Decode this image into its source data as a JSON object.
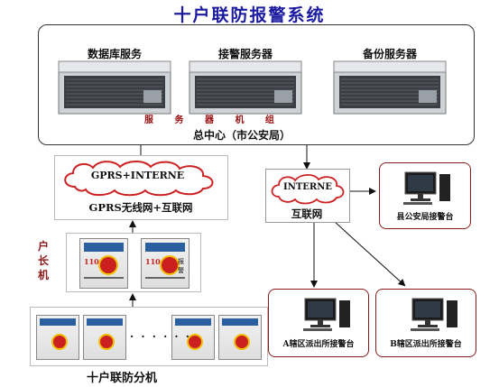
{
  "title": "十户联防报警系统",
  "server_group": {
    "servers": [
      {
        "label": "数据库服务"
      },
      {
        "label": "接警服务器"
      },
      {
        "label": "备份服务器"
      }
    ],
    "group_label": "服 务 器 机 组"
  },
  "center_label": "总中心（市公安局）",
  "gprs": {
    "cloud_text": "GPRS+INTERNE",
    "label": "GPRS无线网+互联网"
  },
  "internet": {
    "cloud_text": "INTERNE",
    "label": "互联网"
  },
  "stations": {
    "county": "县公安局接警台",
    "area_a": "A辖区派出所接警台",
    "area_b": "B辖区派出所接警台"
  },
  "household_host_label": "户长机",
  "household_sub_label": "十户联防分机",
  "alarm_button_text": "110",
  "alarm_tag_text": "报警",
  "ellipsis": "· · · · · ·",
  "colors": {
    "title": "#1a1aa0",
    "group_label": "#9a1010",
    "station_border": "#8b1a1a",
    "cloud_border": "#cc2222",
    "alarm_button": "#cc2020"
  }
}
